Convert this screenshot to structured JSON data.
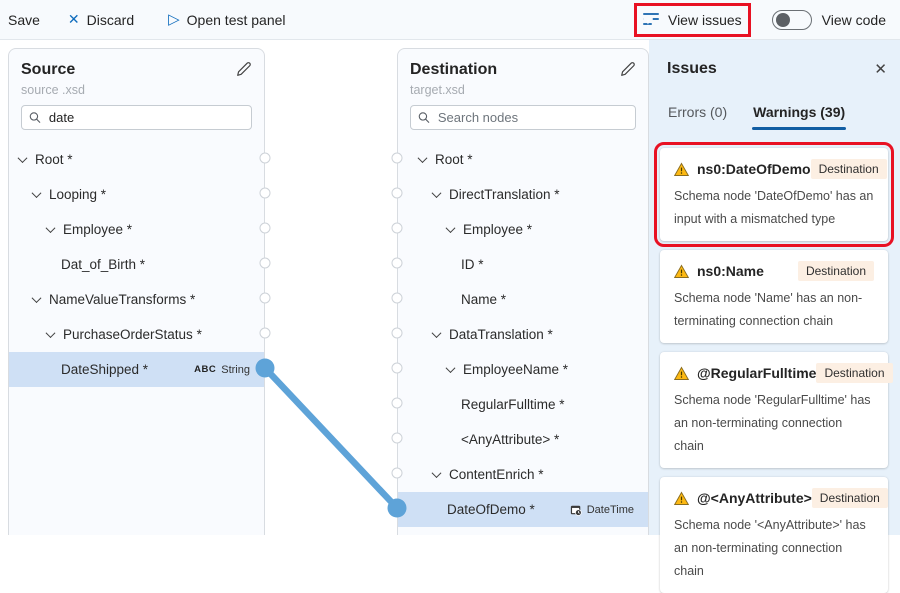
{
  "toolbar": {
    "save": "Save",
    "discard": "Discard",
    "open_test_panel": "Open test panel",
    "view_issues": "View issues",
    "view_code": "View code"
  },
  "source_panel": {
    "title": "Source",
    "subtitle": "source .xsd",
    "search_value": "date",
    "tree": [
      {
        "label": "Root *",
        "level": 0,
        "expand": true
      },
      {
        "label": "Looping *",
        "level": 1,
        "expand": true
      },
      {
        "label": "Employee *",
        "level": 2,
        "expand": true
      },
      {
        "label": "Dat_of_Birth *",
        "level": 3,
        "expand": false
      },
      {
        "label": "NameValueTransforms *",
        "level": 1,
        "expand": true
      },
      {
        "label": "PurchaseOrderStatus *",
        "level": 2,
        "expand": true
      },
      {
        "label": "DateShipped *",
        "level": 3,
        "expand": false,
        "selected": true,
        "badge": "String",
        "badge_prefix": "ABC",
        "badge_icon": "abc-icon"
      }
    ]
  },
  "destination_panel": {
    "title": "Destination",
    "subtitle": "target.xsd",
    "search_placeholder": "Search nodes",
    "tree": [
      {
        "label": "Root *",
        "level": 0,
        "expand": true
      },
      {
        "label": "DirectTranslation *",
        "level": 1,
        "expand": true
      },
      {
        "label": "Employee *",
        "level": 2,
        "expand": true
      },
      {
        "label": "ID *",
        "level": 3,
        "expand": false
      },
      {
        "label": "Name *",
        "level": 3,
        "expand": false
      },
      {
        "label": "DataTranslation *",
        "level": 1,
        "expand": true
      },
      {
        "label": "EmployeeName *",
        "level": 2,
        "expand": true
      },
      {
        "label": "RegularFulltime *",
        "level": 3,
        "expand": false
      },
      {
        "label": "<AnyAttribute> *",
        "level": 3,
        "expand": false
      },
      {
        "label": "ContentEnrich *",
        "level": 1,
        "expand": true
      },
      {
        "label": "DateOfDemo *",
        "level": 2,
        "expand": false,
        "selected": true,
        "badge": "DateTime",
        "badge_icon": "datetime-icon"
      }
    ]
  },
  "connection": {
    "from": "DateShipped *",
    "to": "DateOfDemo *"
  },
  "issues_panel": {
    "title": "Issues",
    "tabs": [
      {
        "label": "Errors (0)",
        "active": false
      },
      {
        "label": "Warnings (39)",
        "active": true
      }
    ],
    "warnings": [
      {
        "title": "ns0:DateOfDemo",
        "badge": "Destination",
        "message": "Schema node 'DateOfDemo' has an input with a mismatched type",
        "highlighted": true
      },
      {
        "title": "ns0:Name",
        "badge": "Destination",
        "message": "Schema node 'Name' has an non-terminating connection chain",
        "highlighted": false
      },
      {
        "title": "@RegularFulltime",
        "badge": "Destination",
        "message": "Schema node 'RegularFulltime' has an non-terminating connection chain",
        "highlighted": false
      },
      {
        "title": "@<AnyAttribute>",
        "badge": "Destination",
        "message": "Schema node '<AnyAttribute>' has an non-terminating connection chain",
        "highlighted": false
      }
    ]
  },
  "colors": {
    "accent_blue": "#0f6cbd",
    "tab_underline": "#115ea3",
    "connection_blue": "#5ea3d8",
    "selected_row": "#cfe0f5",
    "annotation_red": "#e81123",
    "warning_gold": "#fdb913",
    "issues_bg": "#e7f1fa"
  }
}
